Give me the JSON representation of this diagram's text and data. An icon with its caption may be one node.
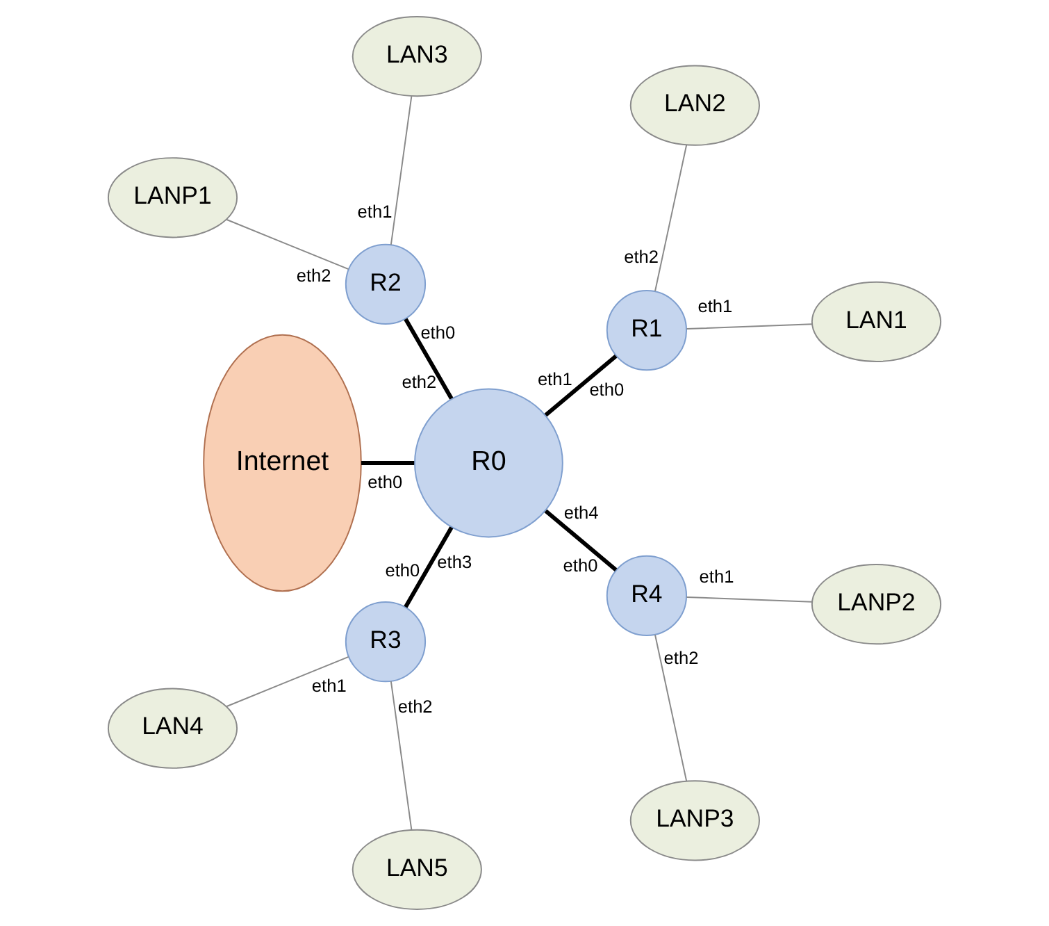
{
  "diagram": {
    "nodes": [
      {
        "text": [
          "LAN1"
        ]
      },
      {
        "text": [
          "LAN2"
        ]
      },
      {
        "text": [
          "R1"
        ]
      },
      {
        "text": [
          "LAN3"
        ]
      },
      {
        "text": [
          "R2"
        ]
      },
      {
        "text": [
          "LANP1"
        ]
      },
      {
        "text": [
          "Internet"
        ]
      },
      {
        "text": [
          "R0"
        ]
      },
      {
        "text": [
          "LAN4"
        ]
      },
      {
        "text": [
          "R3"
        ]
      },
      {
        "text": [
          "LAN5"
        ]
      },
      {
        "text": [
          "R4"
        ]
      },
      {
        "text": [
          "LANP3"
        ]
      },
      {
        "text": [
          "LANP2"
        ]
      }
    ],
    "edges": [
      {
        "from": 2,
        "to": 0,
        "arrow": "none"
      },
      {
        "from": 2,
        "to": 1,
        "arrow": "none"
      },
      {
        "from": 4,
        "to": 3,
        "arrow": "none"
      },
      {
        "from": 4,
        "to": 5,
        "arrow": "none"
      },
      {
        "from": 7,
        "to": 2,
        "arrow": "none",
        "style": "thick",
        "color": "#000000"
      },
      {
        "from": 7,
        "to": 4,
        "arrow": "none",
        "style": "thick",
        "color": "#000000"
      },
      {
        "from": 7,
        "to": 6,
        "arrow": "none",
        "style": "thick",
        "color": "#000000"
      },
      {
        "from": 7,
        "to": 9,
        "arrow": "none",
        "style": "thick",
        "color": "#000000"
      },
      {
        "from": 7,
        "to": 11,
        "arrow": "none",
        "style": "thick",
        "color": "#000000"
      },
      {
        "from": 9,
        "to": 8,
        "arrow": "none"
      },
      {
        "from": 9,
        "to": 10,
        "arrow": "none"
      },
      {
        "from": 11,
        "to": 12,
        "arrow": "none"
      },
      {
        "from": 11,
        "to": 13,
        "arrow": "none"
      }
    ],
    "labels": [
      "eth1",
      "eth2",
      "eth1",
      "eth2",
      "eth1",
      "eth0",
      "eth2",
      "eth0",
      "eth0",
      "eth3",
      "eth0",
      "eth4",
      "eth0",
      "eth1",
      "eth2",
      "eth2",
      "eth1"
    ]
  }
}
